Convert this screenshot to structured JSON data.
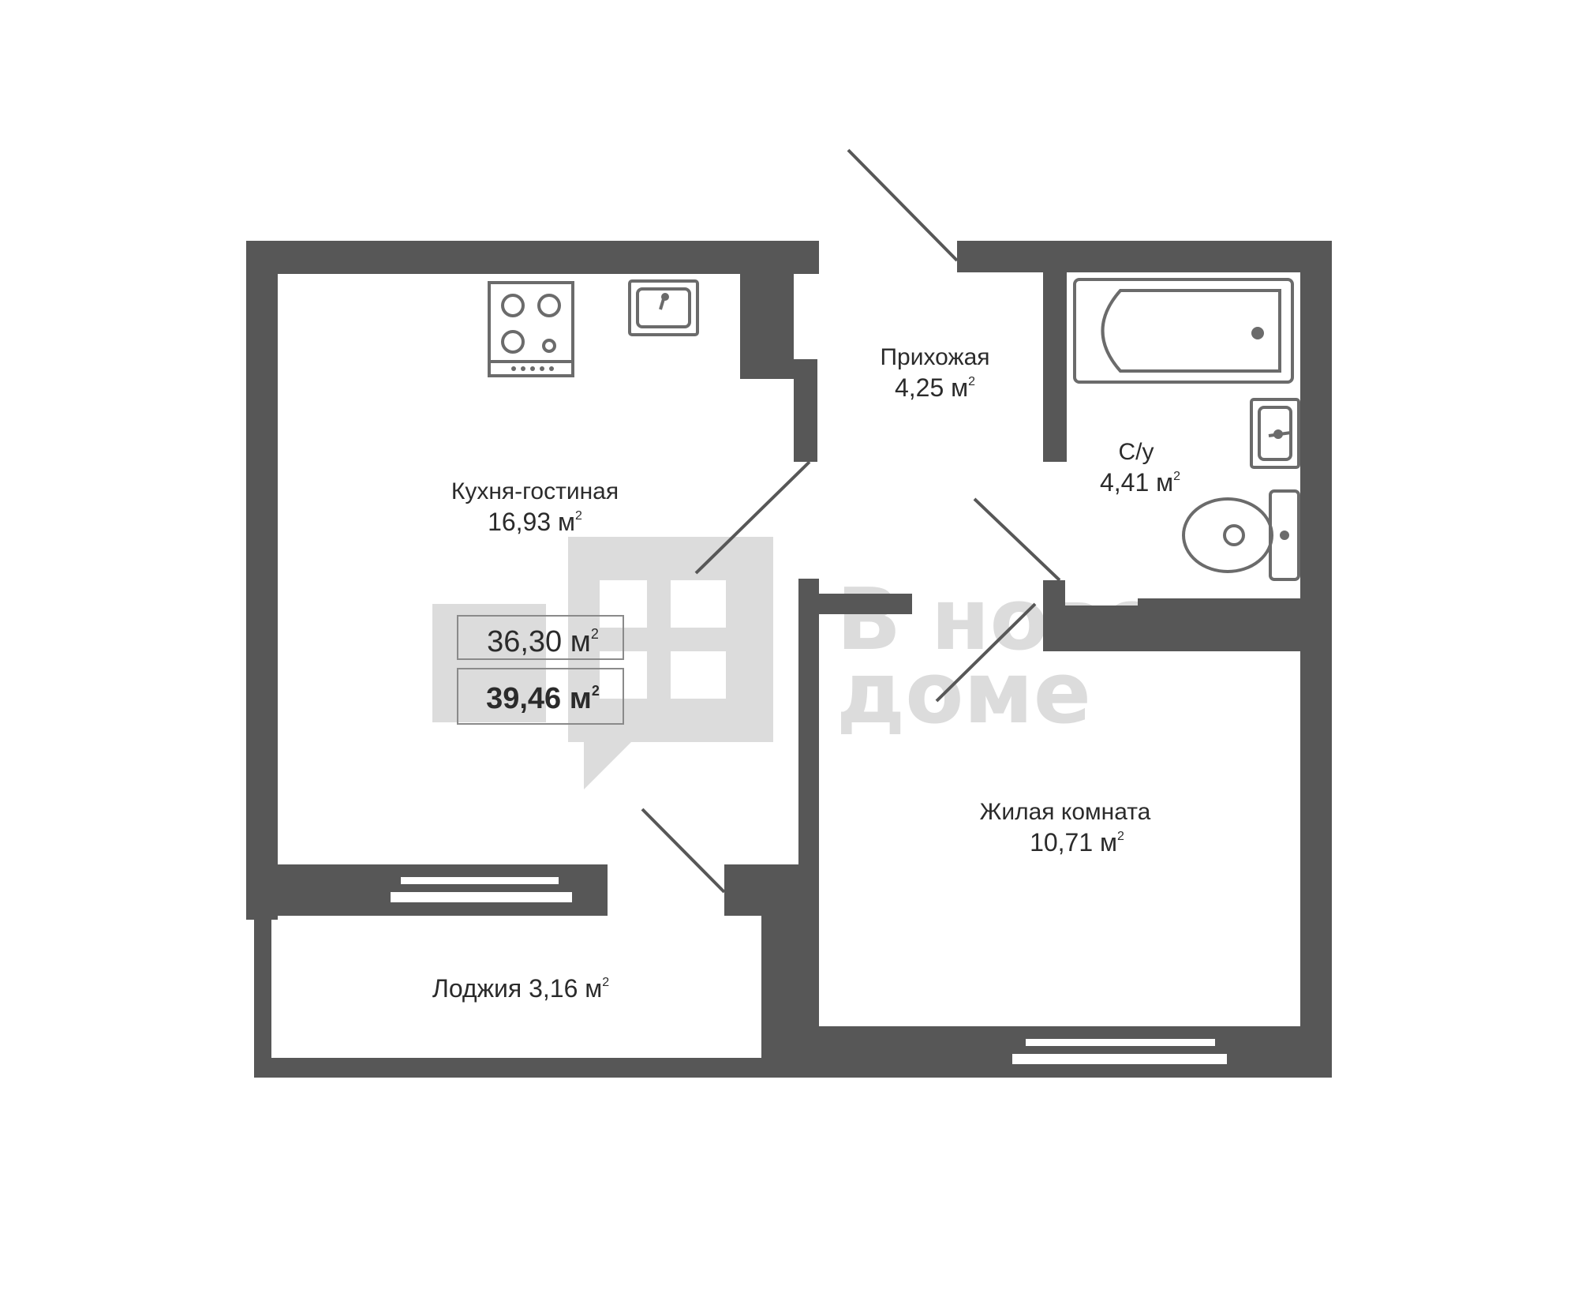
{
  "colors": {
    "wall": "#575757",
    "fixture": "#6b6b6b",
    "watermark": "#dcdcdc",
    "text": "#2b2b2b",
    "background": "#ffffff"
  },
  "unit": "м",
  "unit_power": "2",
  "watermark": {
    "line1": "В новом",
    "line2": "доме"
  },
  "rooms": {
    "kitchen": {
      "name": "Кухня-гостиная",
      "area": "16,93"
    },
    "hall": {
      "name": "Прихожая",
      "area": "4,25"
    },
    "bathroom": {
      "name": "С/у",
      "area": "4,41"
    },
    "bedroom": {
      "name": "Жилая комната",
      "area": "10,71"
    },
    "loggia": {
      "name": "Лоджия",
      "area": "3,16"
    }
  },
  "totals": {
    "living_area": "36,30",
    "total_area": "39,46"
  },
  "icons": [
    "stove-icon",
    "kitchen-sink-icon",
    "bathtub-icon",
    "washbasin-icon",
    "toilet-icon",
    "logo-icon"
  ]
}
